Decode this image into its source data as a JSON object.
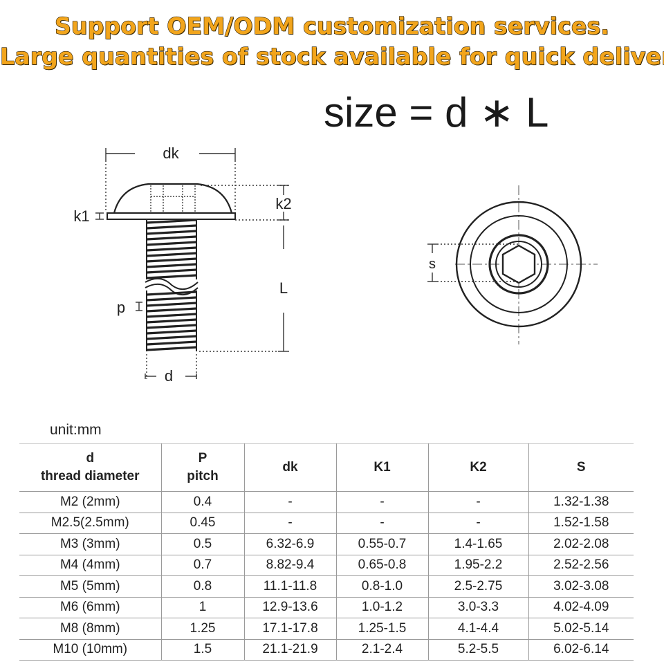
{
  "banner": {
    "line1": "Support OEM/ODM customization services.",
    "line2": "Large quantities of stock available for quick delivery"
  },
  "formula": "size = d ∗ L",
  "diagram": {
    "labels": {
      "dk": "dk",
      "k1": "k1",
      "k2": "k2",
      "L": "L",
      "p": "p",
      "d": "d",
      "s": "s"
    }
  },
  "unit": "unit:mm",
  "table": {
    "headers": [
      {
        "line1": "d",
        "line2": "thread diameter"
      },
      {
        "line1": "P",
        "line2": "pitch"
      },
      {
        "line1": "dk",
        "line2": ""
      },
      {
        "line1": "K1",
        "line2": ""
      },
      {
        "line1": "K2",
        "line2": ""
      },
      {
        "line1": "S",
        "line2": ""
      }
    ],
    "rows": [
      [
        "M2 (2mm)",
        "0.4",
        "-",
        "-",
        "-",
        "1.32-1.38"
      ],
      [
        "M2.5(2.5mm)",
        "0.45",
        "-",
        "-",
        "-",
        "1.52-1.58"
      ],
      [
        "M3 (3mm)",
        "0.5",
        "6.32-6.9",
        "0.55-0.7",
        "1.4-1.65",
        "2.02-2.08"
      ],
      [
        "M4 (4mm)",
        "0.7",
        "8.82-9.4",
        "0.65-0.8",
        "1.95-2.2",
        "2.52-2.56"
      ],
      [
        "M5 (5mm)",
        "0.8",
        "11.1-11.8",
        "0.8-1.0",
        "2.5-2.75",
        "3.02-3.08"
      ],
      [
        "M6 (6mm)",
        "1",
        "12.9-13.6",
        "1.0-1.2",
        "3.0-3.3",
        "4.02-4.09"
      ],
      [
        "M8 (8mm)",
        "1.25",
        "17.1-17.8",
        "1.25-1.5",
        "4.1-4.4",
        "5.02-5.14"
      ],
      [
        "M10 (10mm)",
        "1.5",
        "21.1-21.9",
        "2.1-2.4",
        "5.2-5.5",
        "6.02-6.14"
      ]
    ]
  }
}
